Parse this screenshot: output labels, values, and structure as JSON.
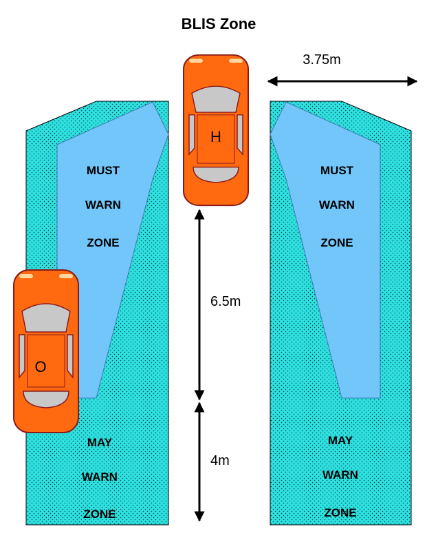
{
  "title": "BLIS Zone",
  "must_warn_lines": [
    "MUST",
    "WARN",
    "ZONE"
  ],
  "may_warn_lines": [
    "MAY",
    "WARN",
    "ZONE"
  ],
  "dimensions": {
    "lane_width": "3.75m",
    "must_zone_length": "6.5m",
    "may_zone_length": "4m"
  },
  "cars": {
    "host": "H",
    "other": "O"
  },
  "colors": {
    "may_zone_fill": "#2ee0e0",
    "must_zone_fill": "#72c6fa",
    "car_body": "#ff6a10",
    "car_glass": "#c8c8c8",
    "car_outline": "#8a1a1a"
  }
}
